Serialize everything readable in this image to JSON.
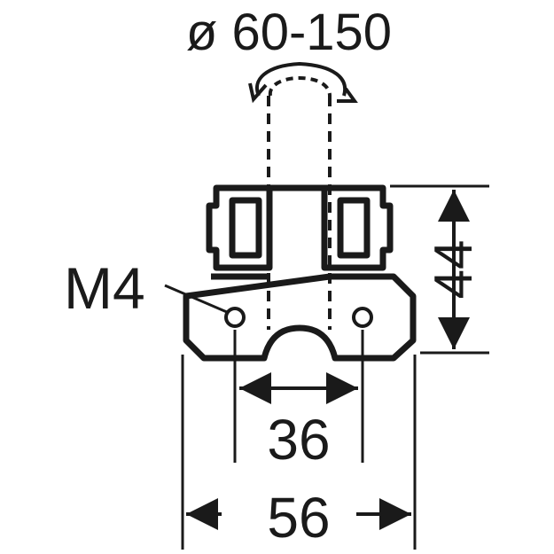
{
  "diagram": {
    "diameter_label": "ø 60-150",
    "thread_label": "M4",
    "height_label": "44",
    "hole_spacing_label": "36",
    "width_label": "56"
  },
  "colors": {
    "stroke": "#1a1a1a",
    "background": "#ffffff"
  }
}
